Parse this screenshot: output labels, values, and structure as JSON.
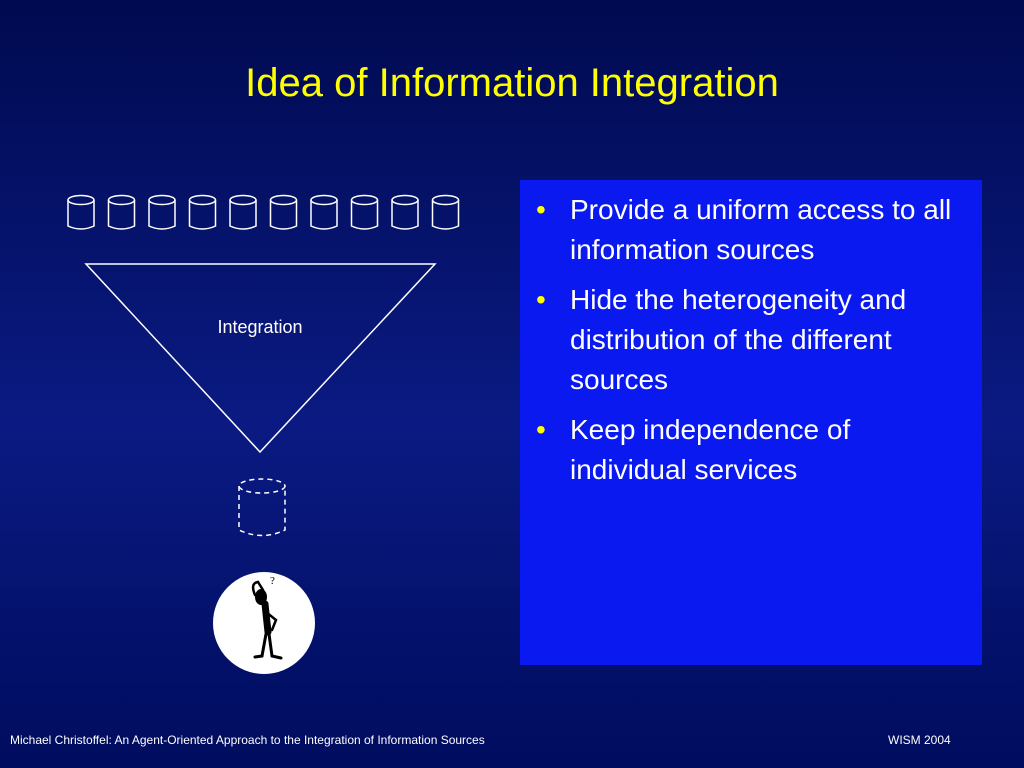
{
  "title": "Idea of Information Integration",
  "diagram": {
    "funnel_label": "Integration",
    "source_db_icon": "database-cylinder-icon",
    "source_db_count": 10,
    "integrated_db_icon": "dashed-database-cylinder-icon",
    "user_icon": "confused-person-icon",
    "user_mark": "?"
  },
  "bullets": [
    "Provide a uniform access to all information sources",
    "Hide the heterogeneity and distribution of the different sources",
    "Keep independence of individual services"
  ],
  "footer": {
    "left": "Michael Christoffel: An Agent-Oriented Approach to the Integration of Information Sources",
    "right": "WISM 2004"
  },
  "colors": {
    "background": "#000c6a",
    "title": "#ffff00",
    "panel": "#0a19f0",
    "bullet_marker": "#ffff00",
    "text": "#ffffff"
  }
}
